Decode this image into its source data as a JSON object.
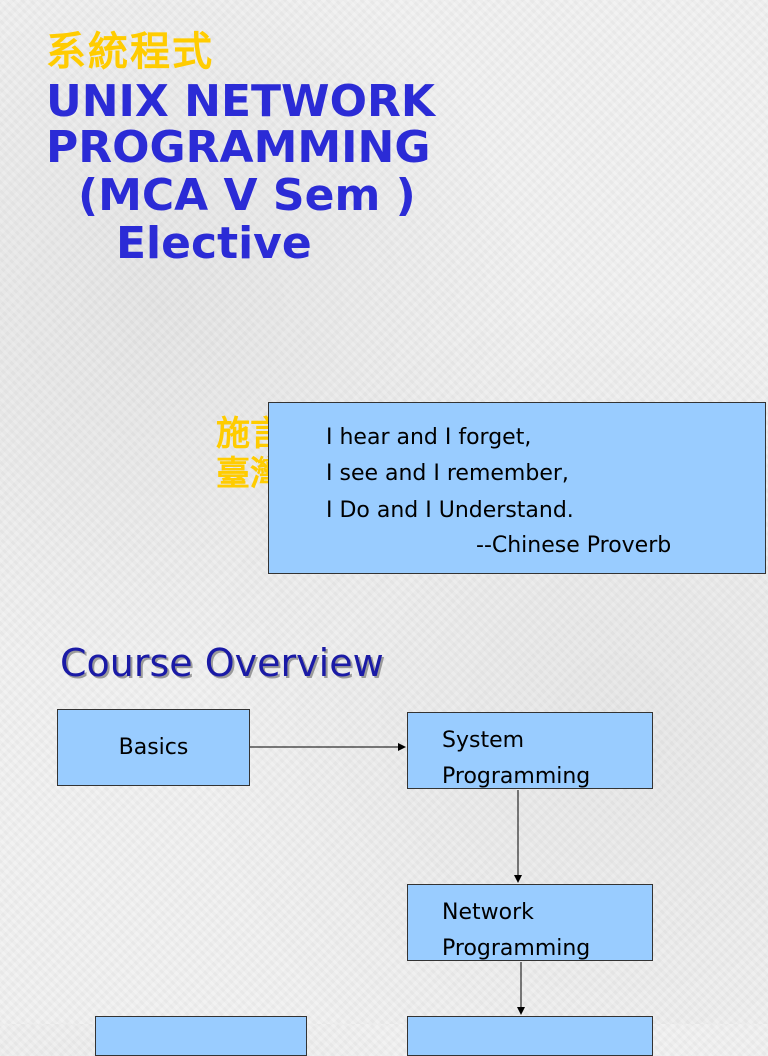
{
  "slide": {
    "title_chinese": "系統程式",
    "title_lines": [
      "UNIX NETWORK",
      "PROGRAMMING",
      " (MCA V Sem )",
      "Elective"
    ],
    "behind_chinese": "施言\n臺灣",
    "quote": {
      "lines": [
        "I hear and I forget,",
        "I see and I remember,",
        "I Do and I Understand."
      ],
      "attribution": "--Chinese Proverb"
    },
    "section_heading": "Course Overview",
    "flow": {
      "basics": "Basics",
      "system": [
        "System",
        "Programming"
      ],
      "network": [
        "Network",
        "Programming"
      ]
    }
  },
  "colors": {
    "title_blue": "#2b2bd6",
    "chinese_yellow": "#ffcc00",
    "box_fill": "#99ccff",
    "heading_blue": "#1a1aa6"
  }
}
